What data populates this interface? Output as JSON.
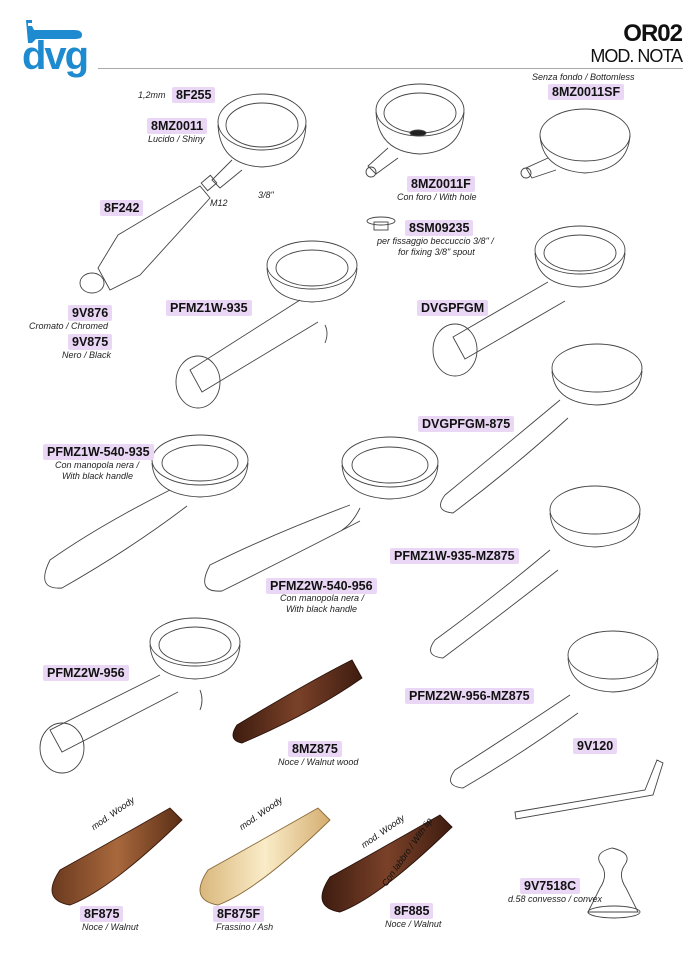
{
  "header": {
    "brand": "dvg",
    "title": "OR02",
    "subtitle": "MOD. NOTA"
  },
  "colors": {
    "brand": "#1e8ad0",
    "label_bg": "#ead7f5",
    "walnut": "#5a2e1c",
    "ash": "#f1dcae"
  },
  "annotations": {
    "thickness": "1,2mm",
    "thread_38": "3/8\"",
    "thread_m12": "M12",
    "bottomless_note": "Senza fondo / Bottomless",
    "mod_woody": "mod. Woody",
    "with_lip": "Con labbro / With lip"
  },
  "parts": {
    "p8F255": {
      "code": "8F255"
    },
    "p8MZ0011": {
      "code": "8MZ0011",
      "desc": "Lucido / Shiny"
    },
    "p8MZ0011F": {
      "code": "8MZ0011F",
      "desc": "Con foro / With hole"
    },
    "p8MZ0011SF": {
      "code": "8MZ0011SF"
    },
    "p8F242": {
      "code": "8F242"
    },
    "p8SM09235": {
      "code": "8SM09235",
      "desc1": "per fissaggio beccuccio 3/8\" /",
      "desc2": "for fixing 3/8\" spout"
    },
    "p9V876": {
      "code": "9V876",
      "desc": "Cromato / Chromed"
    },
    "p9V875": {
      "code": "9V875",
      "desc": "Nero / Black"
    },
    "pPFMZ1W935": {
      "code": "PFMZ1W-935"
    },
    "pDVGPFGM": {
      "code": "DVGPFGM"
    },
    "pDVGPFGM875": {
      "code": "DVGPFGM-875"
    },
    "pPFMZ1W540935": {
      "code": "PFMZ1W-540-935",
      "desc1": "Con manopola nera /",
      "desc2": "With black handle"
    },
    "pPFMZ1W935MZ875": {
      "code": "PFMZ1W-935-MZ875"
    },
    "pPFMZ2W540956": {
      "code": "PFMZ2W-540-956",
      "desc1": "Con manopola nera /",
      "desc2": "With black handle"
    },
    "pPFMZ2W956": {
      "code": "PFMZ2W-956"
    },
    "pPFMZ2W956MZ875": {
      "code": "PFMZ2W-956-MZ875"
    },
    "p8MZ875": {
      "code": "8MZ875",
      "desc": "Noce / Walnut wood"
    },
    "p9V120": {
      "code": "9V120"
    },
    "p9V7518C": {
      "code": "9V7518C",
      "desc": "d.58 convesso / convex"
    },
    "p8F875": {
      "code": "8F875",
      "desc": "Noce / Walnut"
    },
    "p8F875F": {
      "code": "8F875F",
      "desc": "Frassino / Ash"
    },
    "p8F885": {
      "code": "8F885",
      "desc": "Noce / Walnut"
    }
  }
}
